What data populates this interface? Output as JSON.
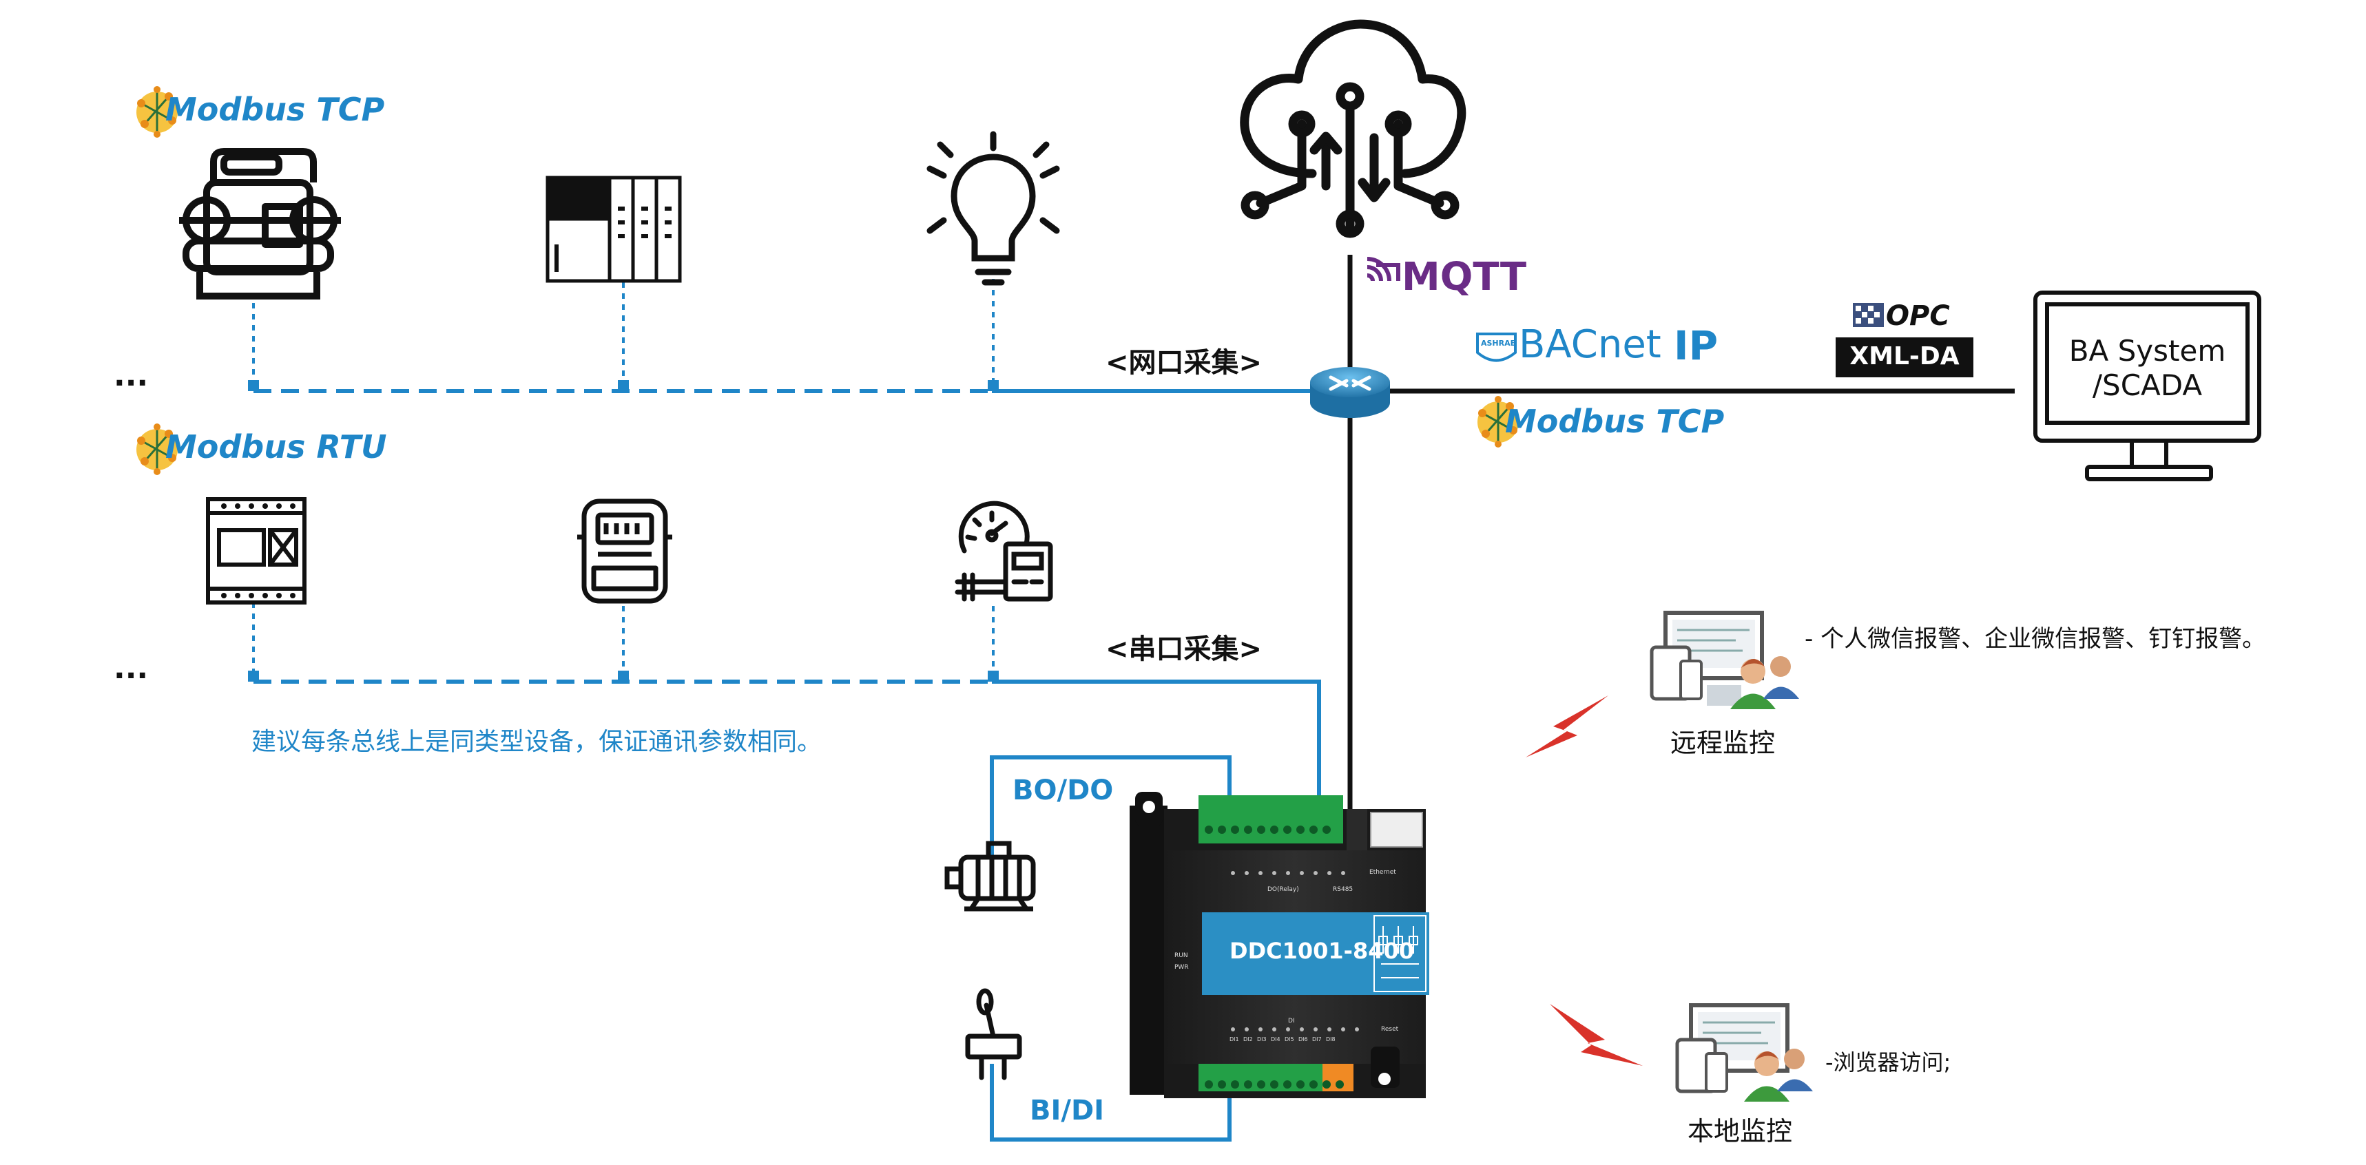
{
  "protocols": {
    "modbus_tcp_left": "Modbus TCP",
    "modbus_rtu": "Modbus RTU",
    "mqtt": "MQTT",
    "bacnet": "BACnet",
    "bacnet_ip": "IP",
    "ashrae": "ASHRAE",
    "opc": "OPC",
    "xml_da": "XML-DA",
    "modbus_tcp_right": "Modbus TCP"
  },
  "labels": {
    "network_collect": "<网口采集>",
    "serial_collect": "<串口采集>",
    "ellipsis_top": "...",
    "ellipsis_bottom": "...",
    "bus_note": "建议每条总线上是同类型设备，保证通讯参数相同。",
    "bo_do": "BO/DO",
    "bi_di": "BI/DI",
    "ba_system_line1": "BA System",
    "ba_system_line2": "/SCADA",
    "remote_alarm": "- 个人微信报警、企业微信报警、钉钉报警。",
    "remote_monitor": "远程监控",
    "local_access": "-浏览器访问;",
    "local_monitor": "本地监控"
  },
  "device": {
    "model": "DDC1001-8400",
    "rs485": "RS485",
    "ethernet": "Ethernet",
    "run": "RUN",
    "pwr": "PWR",
    "reset": "Reset",
    "do_relay": "DO(Relay)",
    "di": "DI",
    "di_terms": [
      "DI1",
      "DI2",
      "DI3",
      "DI4",
      "DI5",
      "DI6",
      "DI7",
      "DI8"
    ]
  },
  "colors": {
    "blue": "#1f86c8",
    "black": "#111111",
    "mqtt_purple": "#6a2c86",
    "device_blue": "#2b8fc4",
    "terminal_green": "#23a047",
    "terminal_orange": "#f08a24",
    "bolt_red": "#d9322a",
    "router_blue": "#2a87c0"
  }
}
